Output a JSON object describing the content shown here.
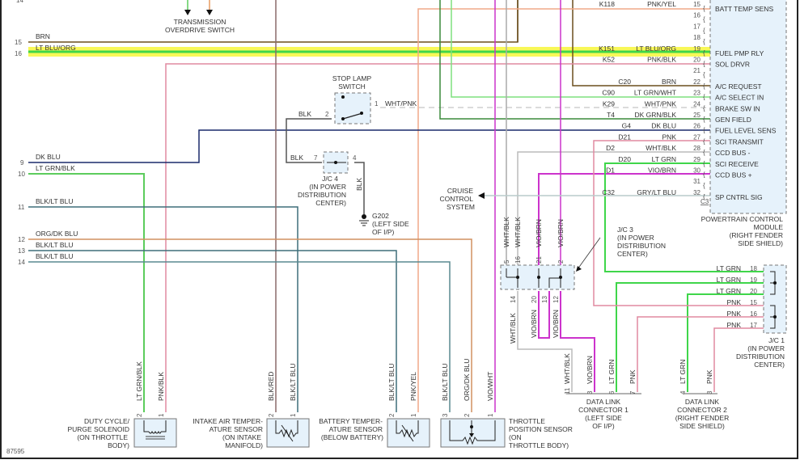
{
  "diagram": {
    "figure_id": "87595",
    "colors": {
      "brn": "#6b4f1d",
      "lt_blu_org": "#3fd64a",
      "highlight": "#f7f73a",
      "pnk": "#e08aa0",
      "pnk_yel": "#f0a888",
      "lt_grn": "#3fd64a",
      "lt_grn_blk": "#5ccc5c",
      "dk_blu": "#1a2a6b",
      "blk_lt_blu": "#3e6e7a",
      "org_dk_blu": "#d09060",
      "vio": "#cc33cc",
      "wht_blk": "#aaaaaa",
      "blk": "#555555",
      "dk_grn_blk": "#3a8a3a",
      "blk_red": "#8a6a6a"
    },
    "left_wires": [
      {
        "pin": "9",
        "color_code": "DK BLU"
      },
      {
        "pin": "10",
        "color_code": "LT GRN/BLK"
      },
      {
        "pin": "11",
        "color_code": "BLK/LT BLU"
      },
      {
        "pin": "12",
        "color_code": "ORG/DK BLU"
      },
      {
        "pin": "13",
        "color_code": "BLK/LT BLU"
      },
      {
        "pin": "14",
        "color_code": "BLK/LT BLU"
      },
      {
        "pin": "15",
        "color_code": "BRN"
      },
      {
        "pin": "16",
        "color_code": "LT BLU/ORG"
      }
    ],
    "top_pin_14": "14",
    "transmission_switch": {
      "line1": "TRANSMISSION",
      "line2": "OVERDRIVE SWITCH"
    },
    "pcm": {
      "title_lines": [
        "POWERTRAIN CONTROL",
        "MODULE",
        "(RIGHT FENDER",
        "SIDE SHIELD)"
      ],
      "connector": "C3",
      "rows": [
        {
          "circuit": "K118",
          "color_code": "PNK/YEL",
          "pin": "15",
          "function": "BATT TEMP SENS"
        },
        {
          "circuit": "",
          "color_code": "",
          "pin": "16",
          "function": ""
        },
        {
          "circuit": "",
          "color_code": "",
          "pin": "17",
          "function": ""
        },
        {
          "circuit": "",
          "color_code": "",
          "pin": "18",
          "function": ""
        },
        {
          "circuit": "K151",
          "color_code": "LT BLU/ORG",
          "pin": "19",
          "function": "FUEL PMP RLY"
        },
        {
          "circuit": "K52",
          "color_code": "PNK/BLK",
          "pin": "20",
          "function": "SOL DRVR"
        },
        {
          "circuit": "",
          "color_code": "",
          "pin": "21",
          "function": ""
        },
        {
          "circuit": "C20",
          "color_code": "BRN",
          "pin": "22",
          "function": "A/C REQUEST"
        },
        {
          "circuit": "C90",
          "color_code": "LT GRN/WHT",
          "pin": "23",
          "function": "A/C SELECT IN"
        },
        {
          "circuit": "K29",
          "color_code": "WHT/PNK",
          "pin": "24",
          "function": "BRAKE SW IN"
        },
        {
          "circuit": "T4",
          "color_code": "DK GRN/BLK",
          "pin": "25",
          "function": "GEN FIELD"
        },
        {
          "circuit": "G4",
          "color_code": "DK BLU",
          "pin": "26",
          "function": "FUEL LEVEL SENS"
        },
        {
          "circuit": "D21",
          "color_code": "PNK",
          "pin": "27",
          "function": "SCI TRANSMIT"
        },
        {
          "circuit": "D2",
          "color_code": "WHT/BLK",
          "pin": "28",
          "function": "CCD BUS -"
        },
        {
          "circuit": "D20",
          "color_code": "LT GRN",
          "pin": "29",
          "function": "SCI RECEIVE"
        },
        {
          "circuit": "D1",
          "color_code": "VIO/BRN",
          "pin": "30",
          "function": "CCD BUS +"
        },
        {
          "circuit": "",
          "color_code": "",
          "pin": "31",
          "function": ""
        },
        {
          "circuit": "C32",
          "color_code": "GRY/LT BLU",
          "pin": "32",
          "function": "SP CNTRL SIG"
        }
      ]
    },
    "stop_lamp_switch": {
      "title_lines": [
        "STOP LAMP",
        "SWITCH"
      ],
      "pin_left": "2",
      "pin_right": "1",
      "left_wire": "BLK",
      "right_wire": "WHT/PNK"
    },
    "jc4": {
      "title_lines": [
        "J/C 4",
        "(IN POWER",
        "DISTRIBUTION",
        "CENTER)"
      ],
      "pin_left": "7",
      "pin_right": "4",
      "left_wire": "BLK",
      "down_wire": "BLK"
    },
    "ground": {
      "lines": [
        "G202",
        "(LEFT SIDE",
        "OF I/P)"
      ]
    },
    "cruise": {
      "lines": [
        "CRUISE",
        "CONTROL",
        "SYSTEM"
      ]
    },
    "jc3": {
      "title_lines": [
        "J/C 3",
        "(IN POWER",
        "DISTRIBUTION",
        "CENTER)"
      ],
      "top_pins": [
        {
          "pin": "5",
          "wire": "WHT/BLK"
        },
        {
          "pin": "16",
          "wire": "WHT/BLK"
        },
        {
          "pin": "21",
          "wire": "VIO/BRN"
        },
        {
          "pin": "2",
          "wire": "VIO/BRN"
        }
      ],
      "bottom_pins": [
        {
          "pin": "14",
          "wire": "WHT/BLK"
        },
        {
          "pin": "20",
          "wire": "VIO/BRN"
        },
        {
          "pin": "13",
          "wire": ""
        },
        {
          "pin": "12",
          "wire": "VIO/BRN"
        }
      ]
    },
    "jc1": {
      "title_lines": [
        "J/C 1",
        "(IN POWER",
        "DISTRIBUTION",
        "CENTER)"
      ],
      "rows": [
        {
          "color_code": "LT GRN",
          "pin": "18"
        },
        {
          "color_code": "LT GRN",
          "pin": "19"
        },
        {
          "color_code": "LT GRN",
          "pin": "20"
        },
        {
          "color_code": "PNK",
          "pin": "15"
        },
        {
          "color_code": "PNK",
          "pin": "16"
        },
        {
          "color_code": "PNK",
          "pin": "17"
        }
      ]
    },
    "dlc1": {
      "title_lines": [
        "DATA LINK",
        "CONNECTOR 1",
        "(LEFT SIDE",
        "OF I/P)"
      ],
      "pins": [
        {
          "pin": "11",
          "wire": "WHT/BLK"
        },
        {
          "pin": "3",
          "wire": "VIO/BRN"
        },
        {
          "pin": "6",
          "wire": "LT GRN"
        },
        {
          "pin": "7",
          "wire": "PNK"
        }
      ]
    },
    "dlc2": {
      "title_lines": [
        "DATA LINK",
        "CONNECTOR 2",
        "(RIGHT FENDER",
        "SIDE SHIELD)"
      ],
      "pins": [
        {
          "pin": "4",
          "wire": "LT GRN"
        },
        {
          "pin": "3",
          "wire": "PNK"
        }
      ]
    },
    "purge_solenoid": {
      "title_lines": [
        "DUTY CYCLE/",
        "PURGE SOLENOID",
        "(ON THROTTLE",
        "BODY)"
      ],
      "pins": [
        {
          "pin": "2",
          "wire": "LT GRN/BLK"
        },
        {
          "pin": "1",
          "wire": "PNK/BLK"
        }
      ]
    },
    "iat_sensor": {
      "title_lines": [
        "INTAKE AIR TEMPER-",
        "ATURE SENSOR",
        "(ON INTAKE",
        "MANIFOLD)"
      ],
      "pins": [
        {
          "pin": "2",
          "wire": "BLK/RED"
        },
        {
          "pin": "1",
          "wire": "BLK/LT BLU"
        }
      ]
    },
    "batt_sensor": {
      "title_lines": [
        "BATTERY TEMPER-",
        "ATURE SENSOR",
        "(BELOW BATTERY)"
      ],
      "pins": [
        {
          "pin": "2",
          "wire": "BLK/LT BLU"
        },
        {
          "pin": "1",
          "wire": "PNK/YEL"
        }
      ]
    },
    "tps": {
      "title_lines": [
        "THROTTLE",
        "POSITION SENSOR",
        "(ON",
        "THROTTLE BODY)"
      ],
      "pins": [
        {
          "pin": "3",
          "wire": "BLK/LT BLU"
        },
        {
          "pin": "2",
          "wire": "ORG/DK BLU"
        },
        {
          "pin": "1",
          "wire": "VIO/WHT"
        }
      ]
    }
  }
}
